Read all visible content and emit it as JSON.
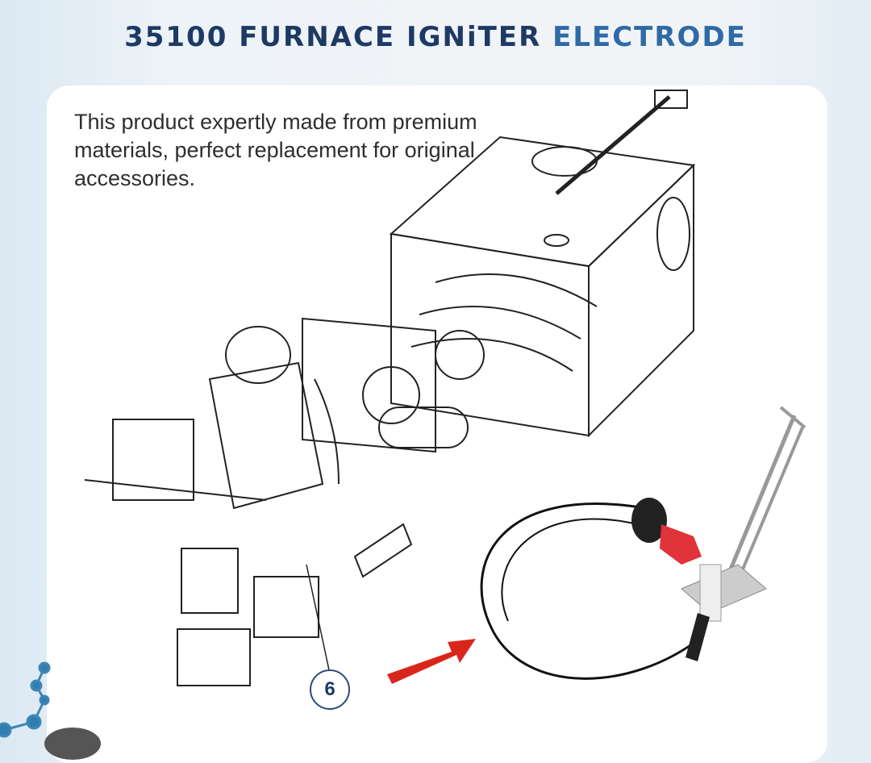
{
  "title": {
    "part1": "35100 FURNACE IGNiTER",
    "part2": "ELECTRODE"
  },
  "description": "This product expertly made from premium materials, perfect replacement for original accessories.",
  "callout_number": "6",
  "colors": {
    "title_dark": "#1d3a64",
    "title_accent": "#2f6aa6",
    "arrow": "#d9261c",
    "connector": "#e0333a"
  }
}
